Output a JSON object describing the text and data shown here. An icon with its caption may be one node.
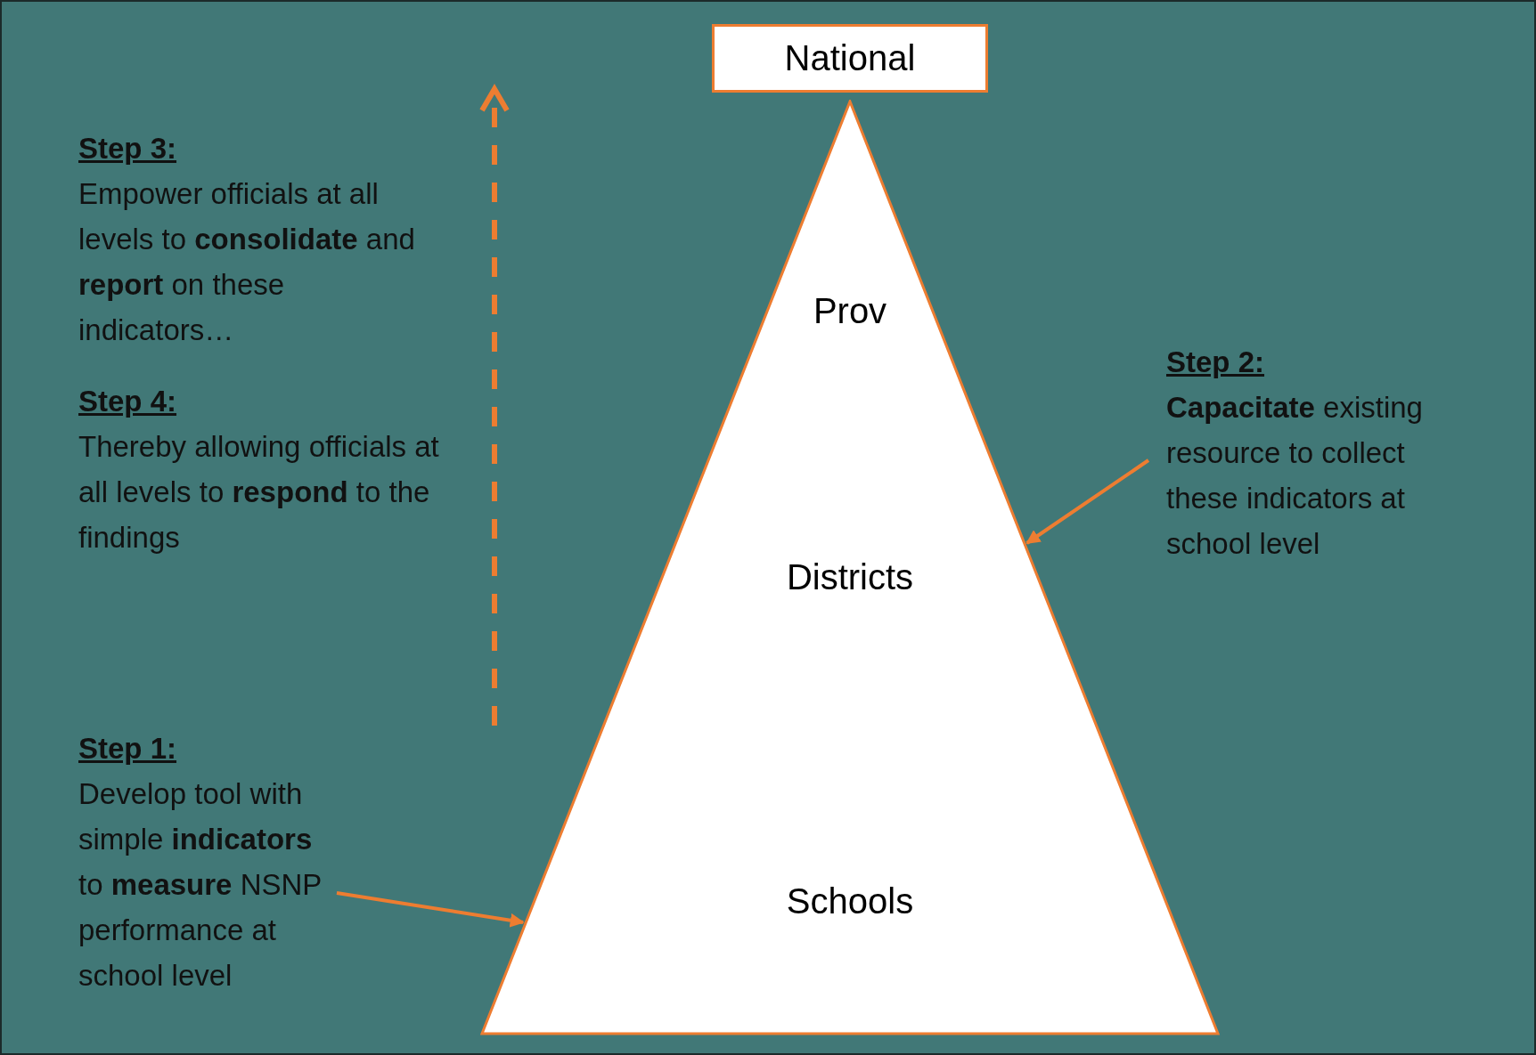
{
  "diagram": {
    "nodes": [
      {
        "text": [
          "National"
        ]
      },
      {
        "text": [
          "Prov",
          "Districts",
          "Schools"
        ]
      },
      {
        "text": [
          "Step 3:",
          "Empower officials at all levels to **consolidate** and **report** on these indicators…"
        ]
      },
      {
        "text": [
          "Step 4:",
          "Thereby allowing officials at all levels to **respond** to the findings"
        ]
      },
      {
        "text": [
          "Step 1:",
          "Develop tool with simple **indicators** to **measure** NSNP performance at school level"
        ]
      },
      {
        "text": [
          "Step 2:",
          "**Capacitate** existing resource to collect these indicators at school level"
        ]
      }
    ],
    "edges": [
      {
        "from": 4,
        "to": 1,
        "arrow": "to"
      },
      {
        "from": 5,
        "to": 1,
        "arrow": "to"
      }
    ]
  }
}
